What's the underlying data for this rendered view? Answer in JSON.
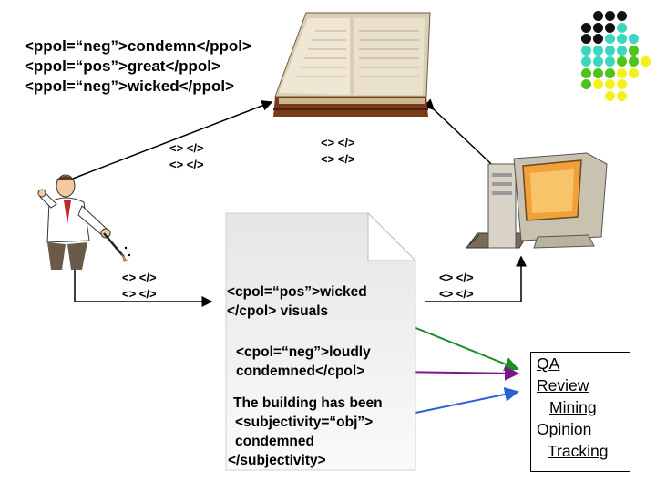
{
  "colors": {
    "green_arrow": "#1e8a2a",
    "purple_arrow": "#7a1a8a",
    "blue_arrow": "#2a5fd6",
    "dot_black": "#111111",
    "dot_teal": "#3bd6bf",
    "dot_green": "#4fc21c",
    "dot_yellow": "#f2f21a"
  },
  "icons": [
    "book-icon",
    "color-dots-icon",
    "writer-icon",
    "document-icon",
    "computer-icon"
  ],
  "book_tags": [
    "<ppol=“neg”>condemn</ppol>",
    "<ppol=“pos”>great</ppol>",
    "<ppol=“neg”>wicked</ppol>"
  ],
  "empty_tags": {
    "writer_book": [
      "<> </>",
      "<> </>"
    ],
    "book_computer": [
      "<> </>",
      "<> </>"
    ],
    "writer_doc": [
      "<> </>",
      "<> </>"
    ],
    "doc_computer": [
      "<> </>",
      "<> </>"
    ]
  },
  "document": {
    "block1": [
      "<cpol=“pos”>wicked",
      "</cpol> visuals"
    ],
    "block2": [
      "<cpol=“neg”>loudly",
      "condemned</cpol>"
    ],
    "block3": [
      "The building has been",
      "<subjectivity=“obj”>",
      "condemned",
      "</subjectivity>"
    ]
  },
  "applications": [
    "QA",
    "Review",
    "Mining",
    "Opinion",
    "Tracking"
  ]
}
